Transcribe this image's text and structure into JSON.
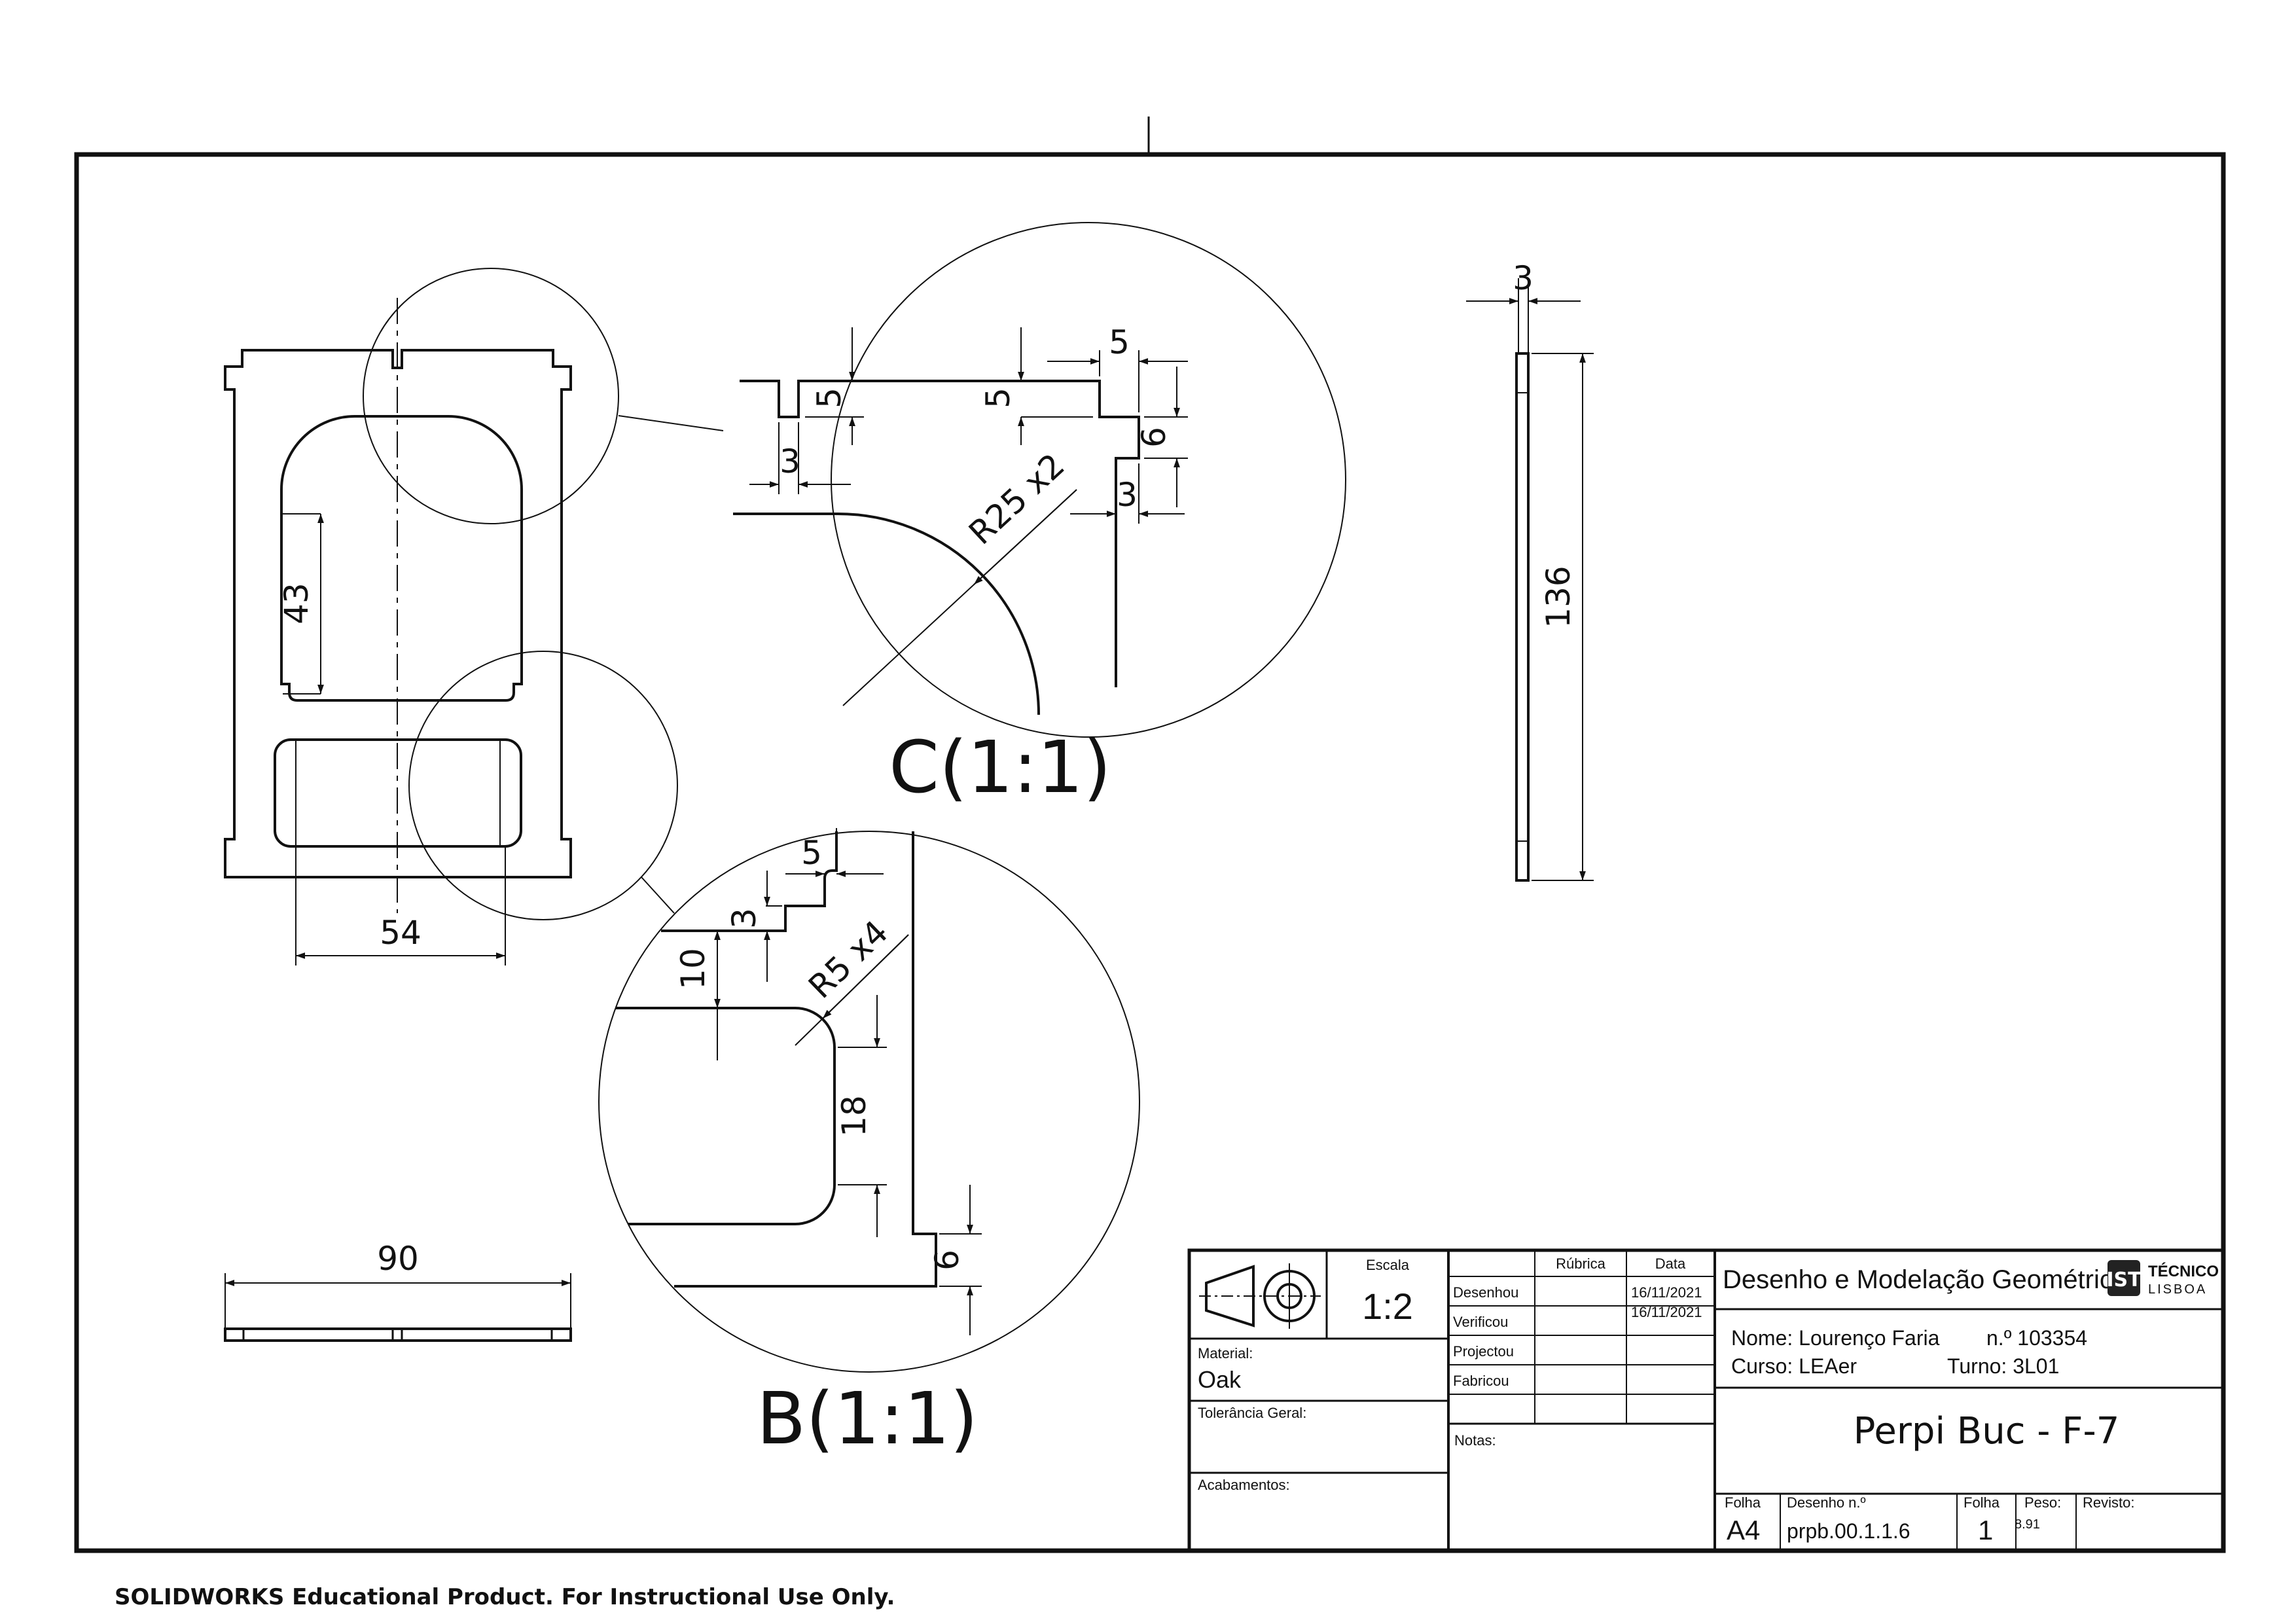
{
  "views": {
    "front": {
      "dims": {
        "hole_height": "43",
        "slot_width": "54",
        "overall_width": "90"
      }
    },
    "side": {
      "dims": {
        "thickness": "3",
        "height": "136"
      }
    },
    "detail_c": {
      "label": "C(1:1)",
      "dims": {
        "slot_depth": "5",
        "slot_width": "3",
        "notch_width": "5",
        "notch_depth": "5",
        "step_height": "6",
        "step_width": "3",
        "radius": "R25 x2"
      }
    },
    "detail_b": {
      "label": "B(1:1)",
      "dims": {
        "step_width": "5",
        "step_height": "3",
        "hole_offset": "10",
        "radius": "R5 x4",
        "hole_height": "18",
        "edge_height": "6"
      }
    }
  },
  "title_block": {
    "labels": {
      "escala": "Escala",
      "rubrica": "Rúbrica",
      "data": "Data",
      "desenhou": "Desenhou",
      "verificou": "Verificou",
      "projectou": "Projectou",
      "fabricou": "Fabricou",
      "material": "Material:",
      "tolerancia": "Tolerância Geral:",
      "acabamentos": "Acabamentos:",
      "notas": "Notas:",
      "folha_size": "Folha",
      "desenho_n": "Desenho n.º",
      "folha": "Folha",
      "peso": "Peso:",
      "revisto": "Revisto:"
    },
    "scale": "1:2",
    "desenhou_date": "16/11/2021",
    "verificou_date": "16/11/2021",
    "material": "Oak",
    "course_title": "Desenho e Modelação Geométrica",
    "logo_text_top": "TÉCNICO",
    "logo_text_bottom": "LISBOA",
    "student_name": "Nome: Lourenço Faria",
    "student_number": "n.º 103354",
    "course": "Curso: LEAer",
    "turno": "Turno: 3L01",
    "drawing_title": "Perpi Buc - F-7",
    "sheet_size": "A4",
    "drawing_number": "prpb.00.1.1.6",
    "sheet_number": "1",
    "weight": "8.91"
  },
  "footer": "SOLIDWORKS Educational Product. For Instructional Use Only."
}
